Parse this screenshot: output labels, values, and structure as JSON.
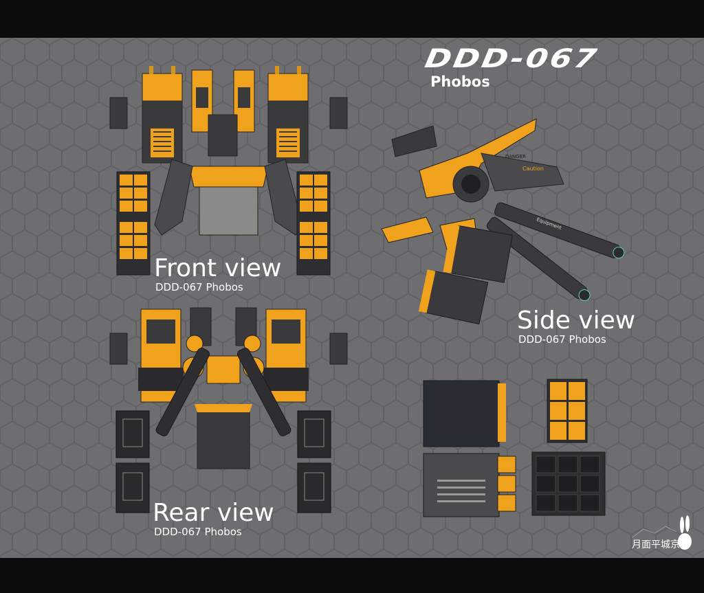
{
  "title": {
    "model": "DDD-067",
    "name": "Phobos"
  },
  "views": {
    "front": {
      "label": "Front view",
      "caption": "DDD-067 Phobos"
    },
    "side": {
      "label": "Side view",
      "caption": "DDD-067 Phobos"
    },
    "rear": {
      "label": "Rear view",
      "caption": "DDD-067 Phobos"
    }
  },
  "decals": {
    "danger": "DANGER",
    "caution": "Caution",
    "equipment": "Equipment"
  },
  "logo": {
    "text": "月面平城京",
    "icon": "rabbit-icon"
  },
  "colors": {
    "background": "#6e6e70",
    "hex_line": "#5f5f61",
    "armor_orange": "#f0a21c",
    "armor_dark": "#3a3a3c",
    "letterbox": "#0c0c0d",
    "text": "#ffffff"
  }
}
